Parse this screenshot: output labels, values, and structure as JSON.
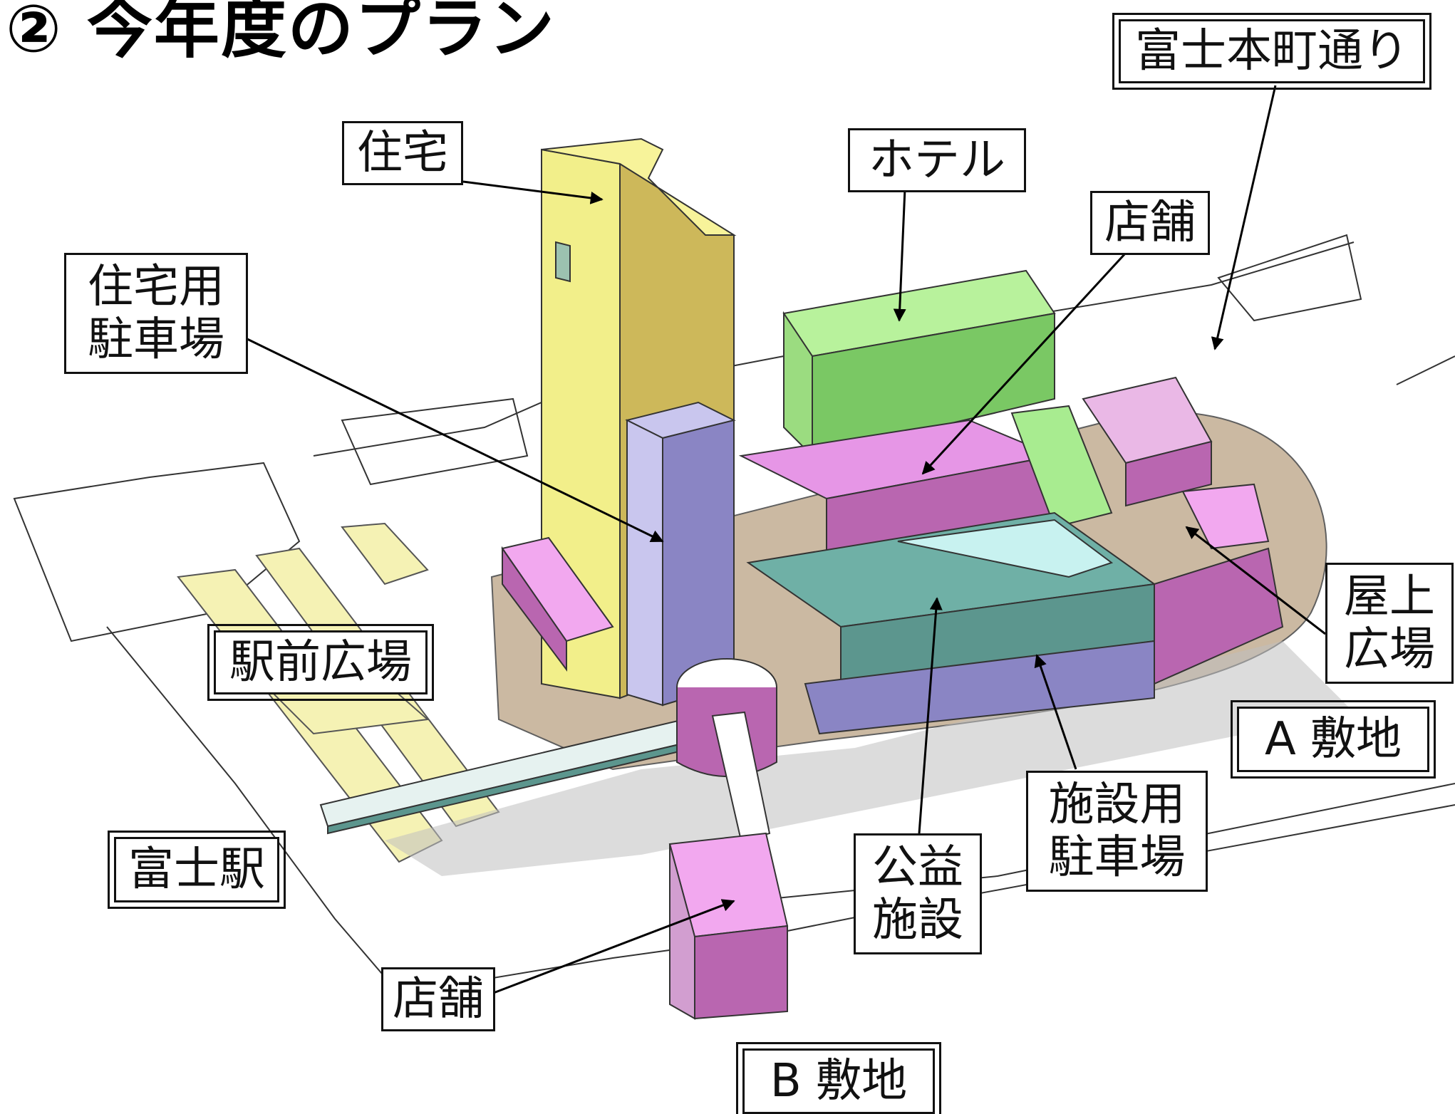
{
  "title": "② 今年度のプラン",
  "labels": {
    "jutaku": "住宅",
    "hotel": "ホテル",
    "tenpo_top": "店舗",
    "fuji_honcho": "富士本町通り",
    "jutaku_parking": [
      "住宅用",
      "駐車場"
    ],
    "ekimae_hiroba": "駅前広場",
    "okujo_hiroba": [
      "屋上",
      "広場"
    ],
    "a_site": "A 敷地",
    "shisetsu_parking": [
      "施設用",
      "駐車場"
    ],
    "koeki": [
      "公益",
      "施設"
    ],
    "fuji_station": "富士駅",
    "tenpo_bottom": "店舗",
    "b_site": "B 敷地"
  },
  "colors": {
    "residential": "#f2ef8a",
    "hotel": "#a8ec90",
    "retail": "#e696e6",
    "parking": "#8a85c4",
    "public": "#6fb0a6",
    "plaza": "#f5f2b4",
    "ground": "#c2ad92"
  }
}
